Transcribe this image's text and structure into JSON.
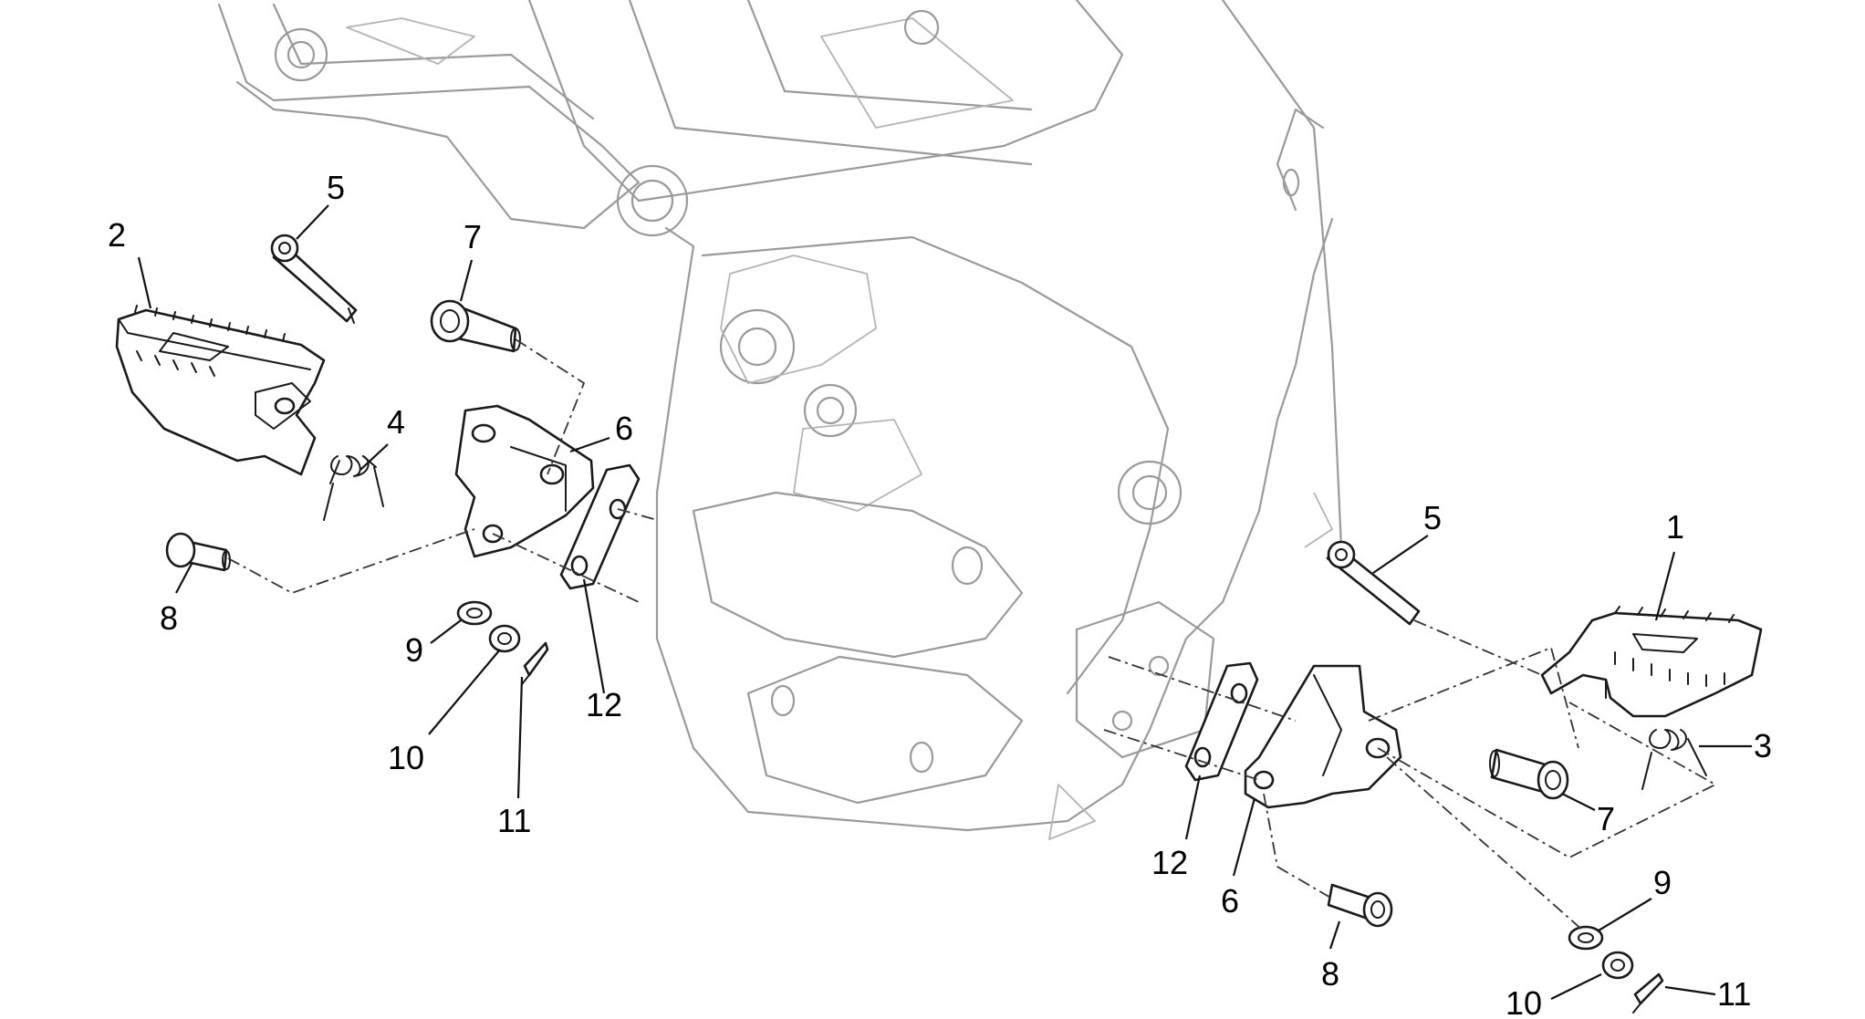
{
  "callouts": {
    "left": {
      "p2": "2",
      "p5": "5",
      "p7": "7",
      "p4": "4",
      "p6": "6",
      "p8": "8",
      "p9": "9",
      "p10": "10",
      "p11": "11",
      "p12": "12"
    },
    "right": {
      "p1": "1",
      "p3": "3",
      "p5": "5",
      "p6": "6",
      "p7": "7",
      "p8": "8",
      "p9": "9",
      "p10": "10",
      "p11": "11",
      "p12": "12"
    }
  },
  "colors": {
    "frame_outline": "#9a9a9a",
    "part_outline": "#1a1a1a",
    "background": "#ffffff"
  }
}
